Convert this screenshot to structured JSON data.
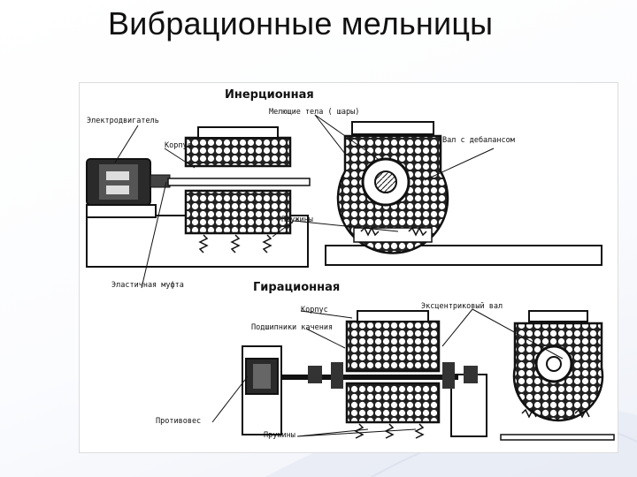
{
  "slide": {
    "title": "Вибрационные мельницы"
  },
  "diagram": {
    "inertial": {
      "heading": "Инерционная",
      "labels": {
        "motor": "Электродвигатель",
        "body": "Корпус",
        "grinding_bodies": "Мелющие тела ( шары)",
        "shaft": "Вал с дебалансом",
        "springs": "Пружины",
        "coupling": "Эластичная муфта"
      }
    },
    "gyration": {
      "heading": "Гирационная",
      "labels": {
        "body": "Корпус",
        "eccentric_shaft": "Эксцентриковый вал",
        "bearings": "Подшипники качения",
        "counterweight": "Противовес",
        "springs": "Пружины"
      }
    }
  },
  "colors": {
    "ink": "#111111",
    "paper": "#ffffff",
    "background": "#f4f6fb"
  }
}
